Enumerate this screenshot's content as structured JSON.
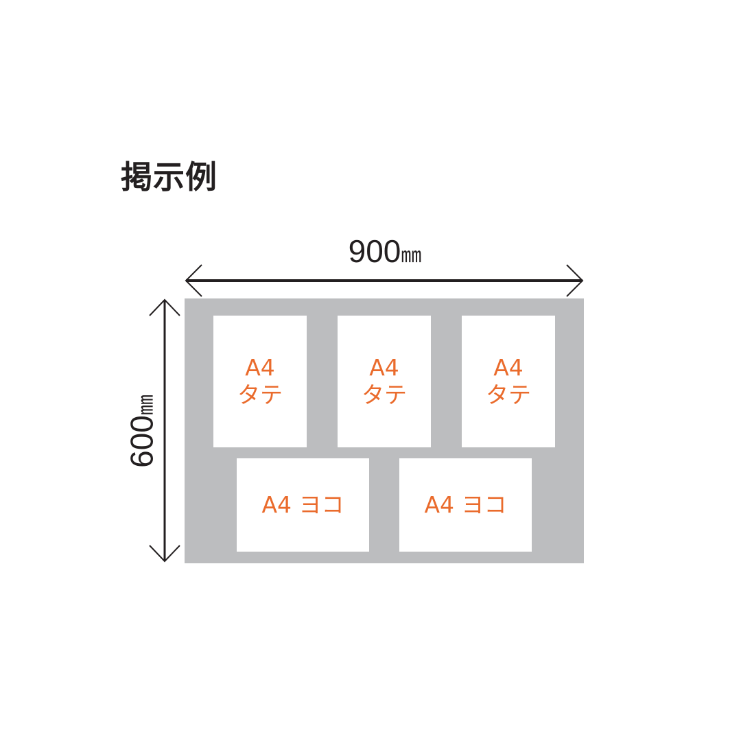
{
  "title": "掲示例",
  "dimensions": {
    "width": {
      "value": "900",
      "unit": "㎜"
    },
    "height": {
      "value": "600",
      "unit": "㎜"
    }
  },
  "colors": {
    "board": "#bcbdbf",
    "sheet": "#ffffff",
    "label": "#ea6b2c",
    "text": "#231f20"
  },
  "sheets": [
    {
      "size": "A4",
      "orientation": "タテ"
    },
    {
      "size": "A4",
      "orientation": "タテ"
    },
    {
      "size": "A4",
      "orientation": "タテ"
    },
    {
      "label": "A4 ヨコ"
    },
    {
      "label": "A4 ヨコ"
    }
  ]
}
